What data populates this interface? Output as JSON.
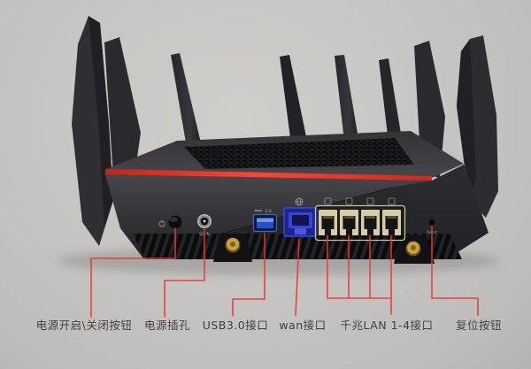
{
  "figure": {
    "subject": "router-rear-panel-annotated-photo"
  },
  "callouts": [
    {
      "target": "power-button",
      "label": "电源开启\\关闭按钮"
    },
    {
      "target": "power-jack",
      "label": "电源插孔"
    },
    {
      "target": "usb3-port",
      "label": "USB3.0接口"
    },
    {
      "target": "wan-port",
      "label": "wan接口"
    },
    {
      "target": "lan-ports",
      "label": "千兆LAN 1-4接口"
    },
    {
      "target": "reset-button",
      "label": "复位按钮"
    }
  ],
  "device_marks": {
    "dc_in": "DC IN",
    "usb_speed": "3.0",
    "reset": "Reset"
  },
  "colors": {
    "callout_red": "#e8392e",
    "stripe_red": "#e02b1e",
    "usb_blue": "#2450c8",
    "wan_blue": "#303cc8",
    "lan_beige": "#d6cda6",
    "antenna_connector_gold": "#c7a23e",
    "background_gray": "#c6c5c3",
    "body_black": "#2c2c30"
  }
}
